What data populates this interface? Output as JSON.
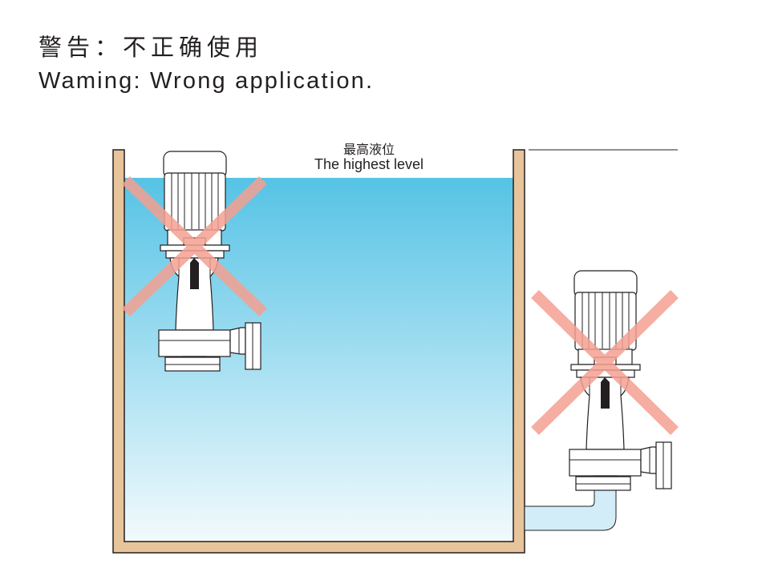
{
  "title_cn": "警告：不正确使用",
  "title_en": "Waming: Wrong application.",
  "level_cn": "最高液位",
  "level_en": "The highest level",
  "colors": {
    "tank_wall": "#e8c49a",
    "water_top": "#56c3e5",
    "water_bottom": "#f2fafd",
    "pipe": "#d2edf7",
    "cross": "#f4a091"
  }
}
